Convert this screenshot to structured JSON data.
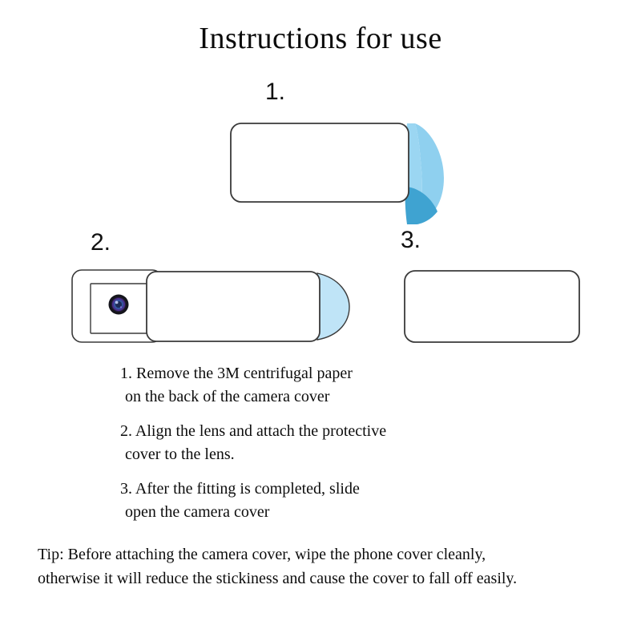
{
  "document": {
    "title": "Instructions for use",
    "background_color": "#ffffff",
    "text_color": "#111111"
  },
  "colors": {
    "outline": "#3a3a3a",
    "film_light_blue": "#9BD6F2",
    "film_mid_blue": "#76C5EA",
    "film_dark_blue": "#3FA3D1",
    "tab_blue": "#BFE4F7",
    "panel_white": "#ffffff",
    "lens_body": "#1b1b22",
    "lens_glow_purple": "#7a4fd6",
    "lens_glow_blue": "#3d7fd0"
  },
  "steps": [
    {
      "id": "step-1",
      "number_label": "1.",
      "figure_name": "camera-cover-with-peeling-3m-liner",
      "description": "White camera cover rectangle with blue 3M centrifugal paper peeling from the right edge"
    },
    {
      "id": "step-2",
      "number_label": "2.",
      "figure_name": "phone-back-with-lens-and-sliding-cover",
      "description": "Phone back panel with square camera module and lens, protective cover sliding over it with blue tab on the right"
    },
    {
      "id": "step-3",
      "number_label": "3.",
      "figure_name": "closed-camera-cover",
      "description": "Plain white rounded rectangle representing the fitted camera cover"
    }
  ],
  "instructions": [
    {
      "number": "1.",
      "lines": [
        "1. Remove the 3M centrifugal paper",
        "on the back of the camera cover"
      ]
    },
    {
      "number": "2.",
      "lines": [
        "2. Align the lens and attach the protective",
        "cover to the lens."
      ]
    },
    {
      "number": "3.",
      "lines": [
        "3. After the fitting is completed, slide",
        "open the camera cover"
      ]
    }
  ],
  "tip": {
    "lines": [
      "Tip: Before attaching the camera cover, wipe the phone cover cleanly,",
      "otherwise it will reduce the stickiness and cause the cover to fall off easily."
    ]
  }
}
